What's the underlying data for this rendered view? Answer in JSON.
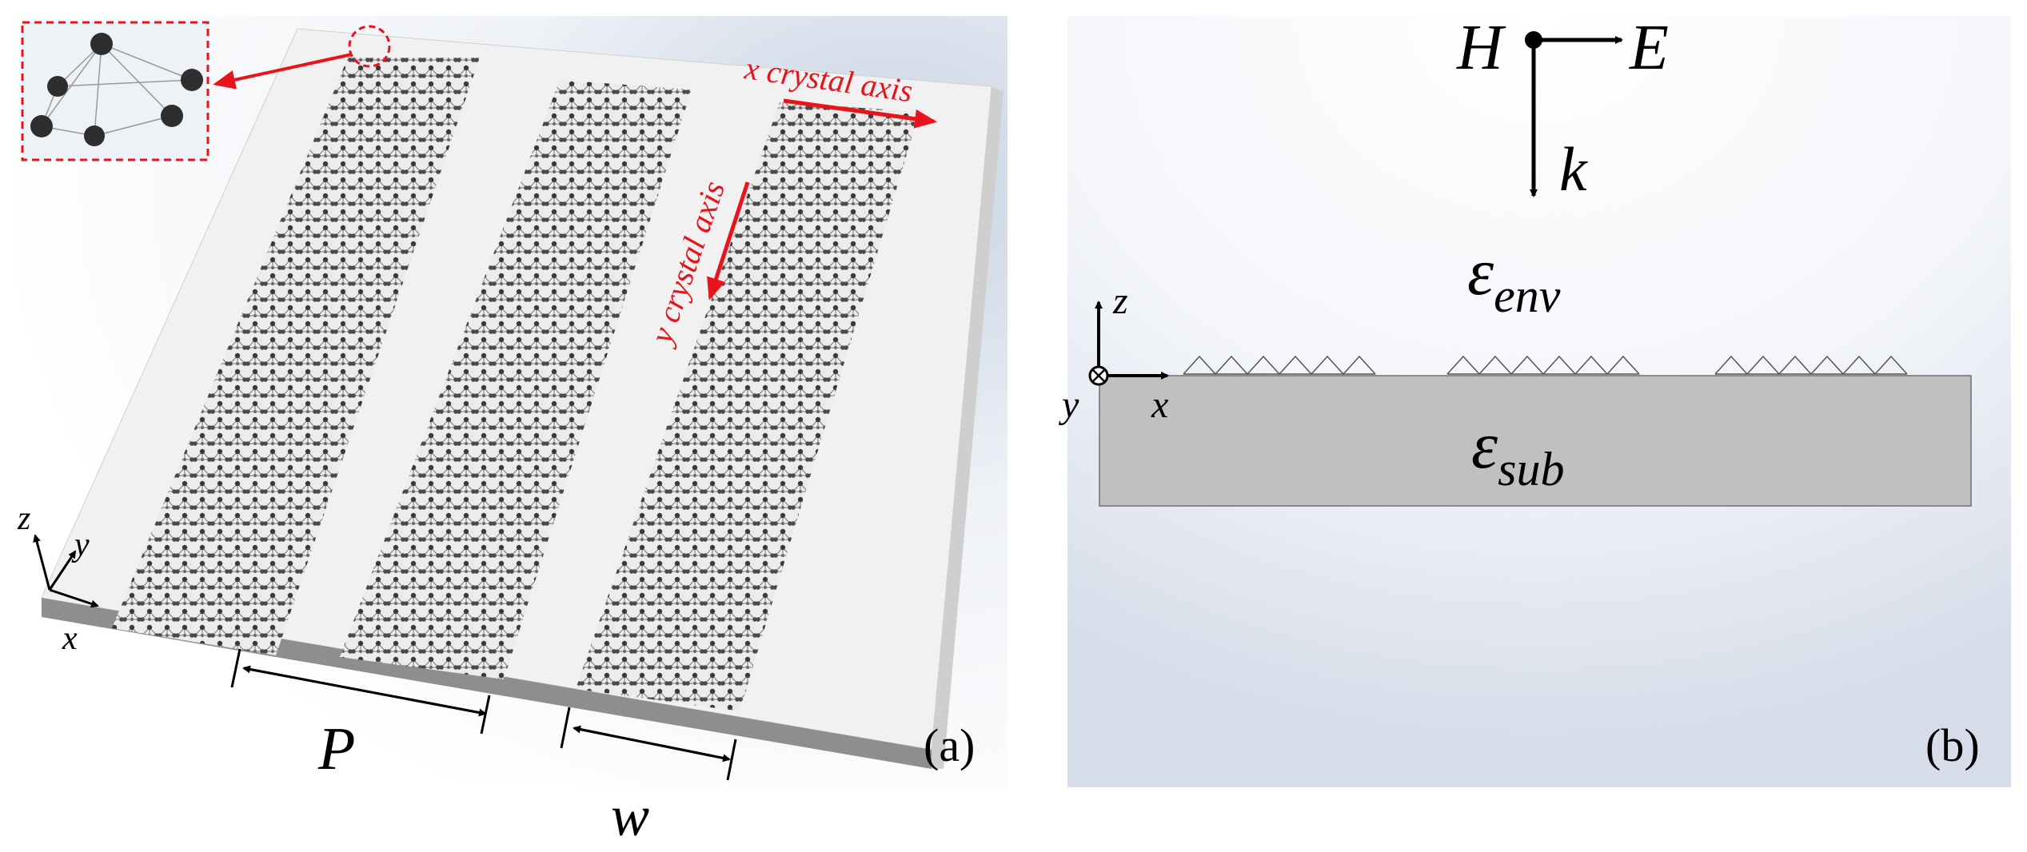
{
  "panel_a": {
    "label": "(a)",
    "x_axis_label": "x crystal axis",
    "y_axis_label": "y crystal axis",
    "period_label": "P",
    "width_label": "w",
    "coord": {
      "x": "x",
      "y": "y",
      "z": "z"
    }
  },
  "panel_b": {
    "label": "(b)",
    "field_H": "H",
    "field_E": "E",
    "field_k": "k",
    "env_symbol": "ε",
    "env_sub": "env",
    "sub_symbol": "ε",
    "sub_sub": "sub",
    "coord": {
      "x": "x",
      "y": "y",
      "z": "z"
    }
  },
  "colors": {
    "annotation_red": "#e8141c",
    "substrate_gray": "#c0c0c0",
    "plate_top": "#f1f1f1",
    "plate_side": "#8e8e8e"
  }
}
